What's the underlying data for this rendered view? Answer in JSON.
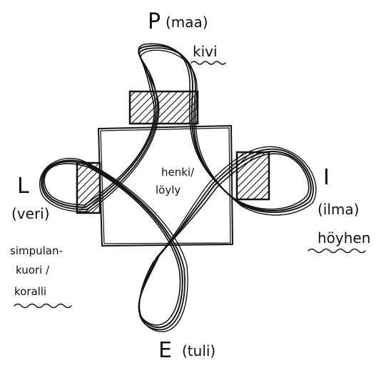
{
  "top": {
    "letter": "P",
    "element": "(maa)",
    "symbol": "kivi"
  },
  "left": {
    "letter": "L",
    "element": "(veri)",
    "symbol_lines": [
      "simpulan-",
      "kuori /",
      "koralli"
    ]
  },
  "right": {
    "letter": "I",
    "element": "(ilma)",
    "symbol": "höyhen"
  },
  "bottom": {
    "letter": "E",
    "element": "(tuli)"
  },
  "center": {
    "lines": [
      "henki/",
      "löyly"
    ]
  },
  "colors": {
    "ink": "#111111",
    "paper": "#ffffff"
  }
}
